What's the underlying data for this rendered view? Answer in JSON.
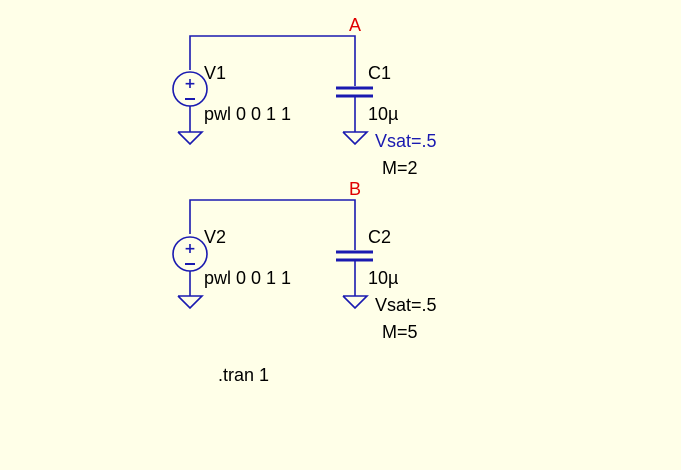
{
  "colors": {
    "background": "#FFFFE8",
    "wire": "#1A1AB0",
    "text": "#000000",
    "net_label": "#E00000",
    "selected_text": "#1A1AB0"
  },
  "circuits": [
    {
      "net_label": "A",
      "source": {
        "name": "V1",
        "value": "pwl 0 0 1 1"
      },
      "capacitor": {
        "name": "C1",
        "value": "10µ",
        "param1": "Vsat=.5",
        "param2": "M=2"
      }
    },
    {
      "net_label": "B",
      "source": {
        "name": "V2",
        "value": "pwl 0 0 1 1"
      },
      "capacitor": {
        "name": "C2",
        "value": "10µ",
        "param1": "Vsat=.5",
        "param2": "M=5"
      }
    }
  ],
  "directive": ".tran 1"
}
